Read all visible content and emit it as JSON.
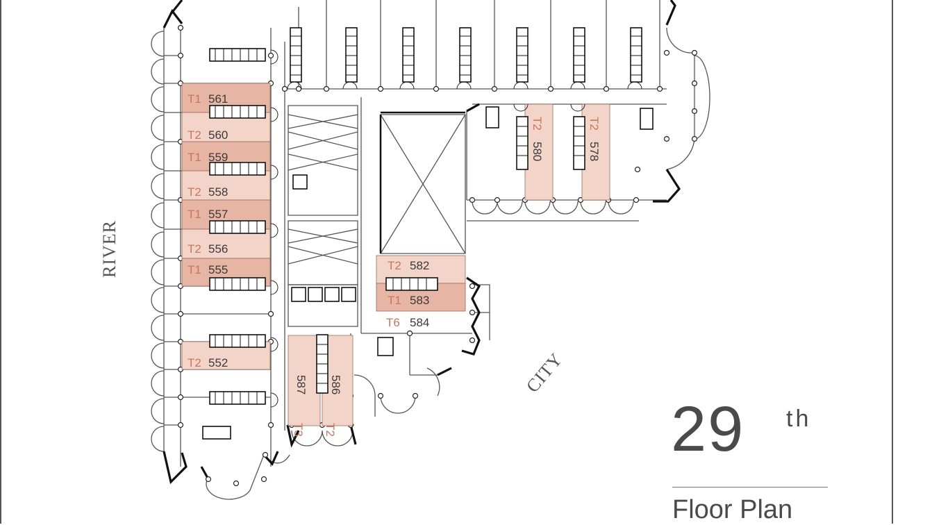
{
  "title": {
    "floor_number": "29",
    "floor_suffix": "th",
    "plan_label": "Floor Plan"
  },
  "compass": {
    "left": "RIVER",
    "right": "CITY"
  },
  "colors": {
    "unit_dark": "#e7b5a4",
    "unit_light": "#f3d4c8",
    "wall": "#1a1a1a",
    "line": "#555555",
    "type_text": "#c8775a"
  },
  "units": [
    {
      "type": "T1",
      "number": "561",
      "shade": "dark"
    },
    {
      "type": "T2",
      "number": "560",
      "shade": "light"
    },
    {
      "type": "T1",
      "number": "559",
      "shade": "dark"
    },
    {
      "type": "T2",
      "number": "558",
      "shade": "light"
    },
    {
      "type": "T1",
      "number": "557",
      "shade": "dark"
    },
    {
      "type": "T2",
      "number": "556",
      "shade": "light"
    },
    {
      "type": "T1",
      "number": "555",
      "shade": "dark"
    },
    {
      "type": "T2",
      "number": "552",
      "shade": "light"
    },
    {
      "type": "T2",
      "number": "580",
      "shade": "light"
    },
    {
      "type": "T2",
      "number": "578",
      "shade": "light"
    },
    {
      "type": "T2",
      "number": "582",
      "shade": "light"
    },
    {
      "type": "T1",
      "number": "583",
      "shade": "dark"
    },
    {
      "type": "T6",
      "number": "584",
      "shade": "none"
    },
    {
      "type": "T3",
      "number": "587",
      "shade": "light"
    },
    {
      "type": "T2",
      "number": "586",
      "shade": "light"
    }
  ]
}
